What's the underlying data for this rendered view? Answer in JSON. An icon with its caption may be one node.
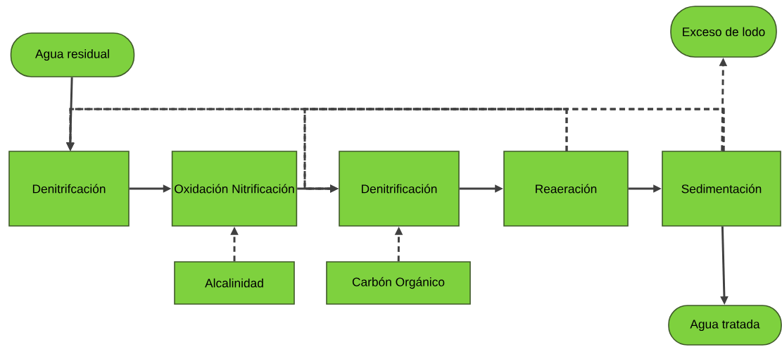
{
  "diagram": {
    "nodes": [
      {
        "text": [
          "Agua residual"
        ]
      },
      {
        "text": [
          "Exceso de lodo"
        ]
      },
      {
        "text": [
          "Denitrifcación"
        ]
      },
      {
        "text": [
          "Oxidación Nitrificación"
        ]
      },
      {
        "text": [
          "Denitrificación"
        ]
      },
      {
        "text": [
          "Reaeración"
        ]
      },
      {
        "text": [
          "Sedimentación"
        ]
      },
      {
        "text": [
          "Alcalinidad"
        ]
      },
      {
        "text": [
          "Carbón Orgánico"
        ]
      },
      {
        "text": [
          "Agua tratada"
        ]
      }
    ],
    "edges": [
      {
        "from": 0,
        "to": 2,
        "arrow": "to"
      },
      {
        "from": 2,
        "to": 3,
        "arrow": "to"
      },
      {
        "from": 3,
        "to": 4,
        "arrow": "to"
      },
      {
        "from": 4,
        "to": 5,
        "arrow": "to"
      },
      {
        "from": 5,
        "to": 6,
        "arrow": "to"
      },
      {
        "from": 6,
        "to": 9,
        "arrow": "to"
      },
      {
        "from": 7,
        "to": 3,
        "arrow": "to",
        "style": "dashed"
      },
      {
        "from": 8,
        "to": 4,
        "arrow": "to",
        "style": "dashed"
      },
      {
        "from": 6,
        "to": 1,
        "arrow": "to",
        "style": "dashed"
      },
      {
        "from": 6,
        "to": 2,
        "arrow": "to",
        "style": "dashed"
      },
      {
        "from": 5,
        "to": 2,
        "arrow": "to",
        "style": "dashed"
      },
      {
        "from": 6,
        "to": 4,
        "arrow": "to",
        "style": "dashed"
      },
      {
        "from": 5,
        "to": 4,
        "arrow": "to",
        "style": "dashed"
      }
    ]
  }
}
